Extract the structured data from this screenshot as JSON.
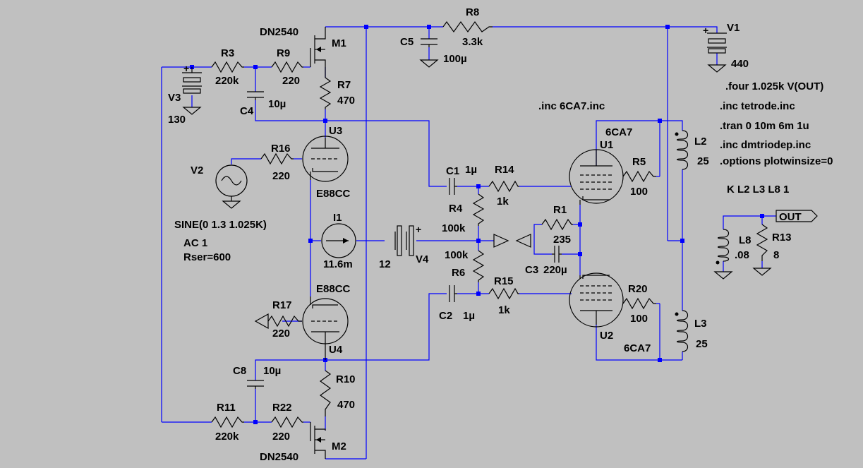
{
  "labels": {
    "V1": "V1",
    "V1_val": "440",
    "V2": "V2",
    "V2_val": "SINE(0 1.3 1.025K)",
    "V2_ac": "AC 1",
    "V2_rser": "Rser=600",
    "V3": "V3",
    "V3_val": "130",
    "V4": "V4",
    "V4_val": "12",
    "I1": "I1",
    "I1_val": "11.6m",
    "R1": "R1",
    "R1_val": "235",
    "R3": "R3",
    "R3_val": "220k",
    "R4": "R4",
    "R4_val": "100k",
    "R5": "R5",
    "R5_val": "100",
    "R6": "R6",
    "R6_val": "100k",
    "R7": "R7",
    "R7_val": "470",
    "R8": "R8",
    "R8_val": "3.3k",
    "R9": "R9",
    "R9_val": "220",
    "R10": "R10",
    "R10_val": "470",
    "R11": "R11",
    "R11_val": "220k",
    "R13": "R13",
    "R13_val": "8",
    "R14": "R14",
    "R14_val": "1k",
    "R15": "R15",
    "R15_val": "1k",
    "R16": "R16",
    "R16_val": "220",
    "R17": "R17",
    "R17_val": "220",
    "R20": "R20",
    "R20_val": "100",
    "R22": "R22",
    "R22_val": "220",
    "C1": "C1",
    "C1_val": "1µ",
    "C2": "C2",
    "C2_val": "1µ",
    "C3": "C3",
    "C3_val": "220µ",
    "C4": "C4",
    "C4_val": "10µ",
    "C5": "C5",
    "C5_val": "100µ",
    "C8": "C8",
    "C8_val": "10µ",
    "L2": "L2",
    "L2_val": "25",
    "L3": "L3",
    "L3_val": "25",
    "L8": "L8",
    "L8_val": ".08",
    "M1": "M1",
    "M1_model": "DN2540",
    "M2": "M2",
    "M2_model": "DN2540",
    "U1": "U1",
    "U1_model": "6CA7",
    "U2": "U2",
    "U2_model": "6CA7",
    "U3": "U3",
    "U3_model": "E88CC",
    "U4": "U4",
    "U4_model": "E88CC",
    "out_label": "OUT"
  },
  "directives": {
    "inc_6ca7": ".inc 6CA7.inc",
    "four": ".four 1.025k V(OUT)",
    "inc_tetrode": ".inc tetrode.inc",
    "tran": ".tran 0 10m 6m 1u",
    "inc_dmtriode": ".inc dmtriodep.inc",
    "options": ".options plotwinsize=0",
    "coupling": "K L2 L3 L8 1"
  },
  "colors": {
    "background": "#c0c0c0",
    "wire": "#0000ff",
    "component": "#000000"
  }
}
